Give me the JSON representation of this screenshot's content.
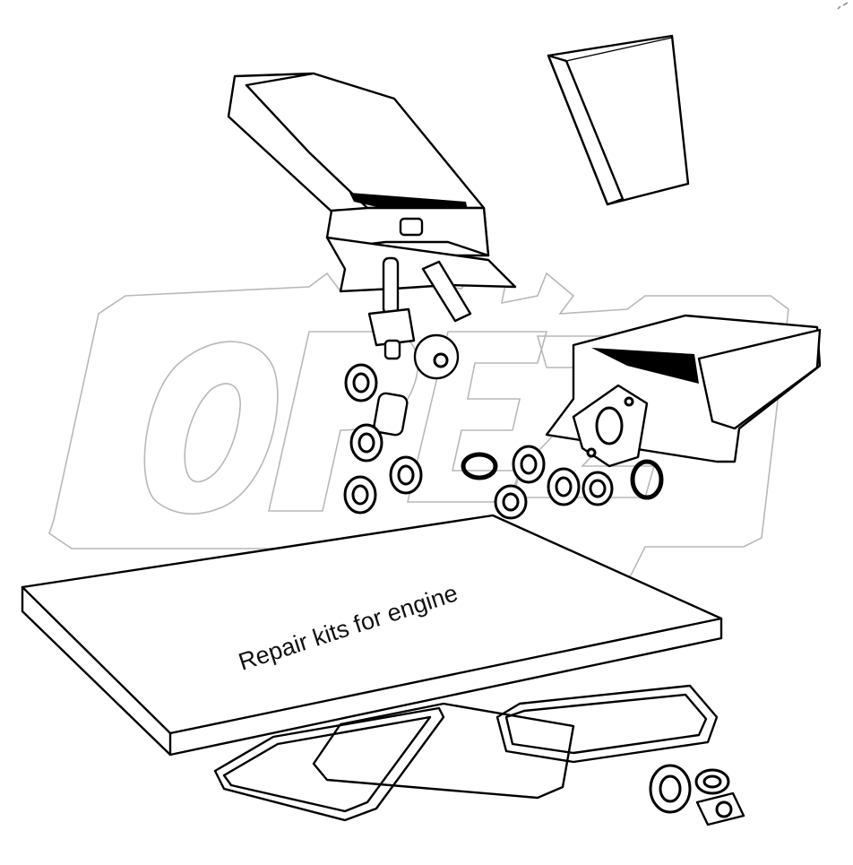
{
  "diagram": {
    "title": "Repair kits for engine",
    "watermark": {
      "text": "OPE",
      "shape": "gear-outline",
      "color": "#b8b8b8"
    },
    "line_color": "#000000",
    "background_color": "#ffffff",
    "components": [
      {
        "id": "box-open-top",
        "label": "open carton with parts"
      },
      {
        "id": "box-closed",
        "label": "closed box"
      },
      {
        "id": "box-open-right",
        "label": "open carton with gasket"
      },
      {
        "id": "shaft-gear",
        "label": "shaft with gear"
      },
      {
        "id": "pin",
        "label": "pin"
      },
      {
        "id": "gear",
        "label": "small gear"
      },
      {
        "id": "bushing",
        "label": "bushing"
      },
      {
        "id": "washers",
        "label": "sealing washers",
        "count": 11
      },
      {
        "id": "o-rings",
        "label": "o-rings",
        "count": 2
      },
      {
        "id": "flange-gasket",
        "label": "flange gasket"
      },
      {
        "id": "kit-board",
        "label": "repair kit board"
      },
      {
        "id": "cover-gaskets",
        "label": "cover gaskets",
        "count": 3
      },
      {
        "id": "bearings-seals",
        "label": "bearings and seals",
        "count": 3
      }
    ]
  }
}
